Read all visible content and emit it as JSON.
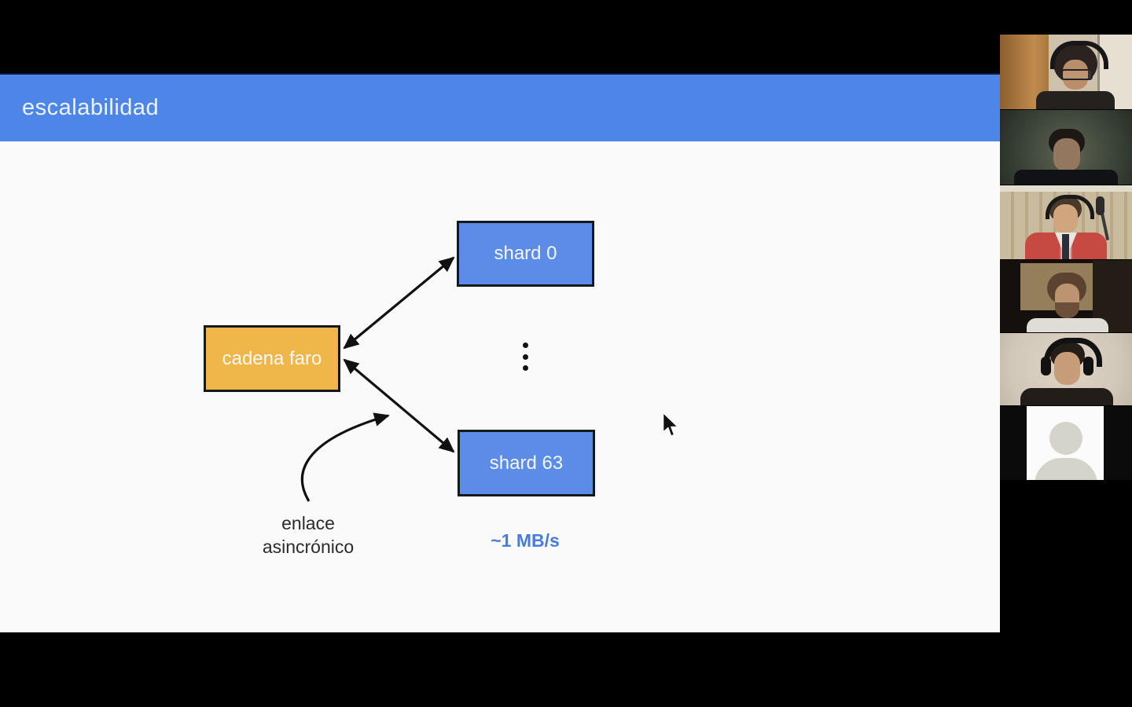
{
  "window": {
    "background": "#000000",
    "kind": "video-call screen share"
  },
  "slide": {
    "title": "escalabilidad",
    "colors": {
      "header_bg": "#4e86e8",
      "header_text": "#eef3fd",
      "body_bg": "#fafafa",
      "arrow": "#111111",
      "node_border": "#15181c",
      "node_text": "#f5f7fa"
    },
    "nodes": [
      {
        "id": "beacon",
        "label": "cadena faro",
        "fill": "#efb64a"
      },
      {
        "id": "shard-top",
        "label": "shard 0",
        "fill": "#5b8ce8"
      },
      {
        "id": "shard-bottom",
        "label": "shard 63",
        "fill": "#5b8ce8"
      }
    ],
    "edges": [
      {
        "from": "cadena faro",
        "to": "shard 0",
        "type": "double-headed-arrow"
      },
      {
        "from": "cadena faro",
        "to": "shard 63",
        "type": "double-headed-arrow"
      },
      {
        "from": "enlace asincrónico label",
        "to": "cadena faro ↔ shard 63 link",
        "type": "curved-annotation-arrow"
      }
    ],
    "labels": {
      "async_link": "enlace\nasincrónico",
      "async_link_color": "#2b2b2b",
      "bandwidth": "~1 MB/s",
      "bandwidth_color": "#4a7ce0"
    },
    "ellipsis_between_shards": "⋮"
  },
  "cursor": {
    "glyph": "arrow-pointer"
  },
  "video_strip": {
    "tile_count": 6,
    "participants": [
      {
        "id": "p1",
        "desc": "man with headphones and glasses, wooden wardrobe room",
        "colors": {
          "wall": "#cfc2ac",
          "shirt": "#24211f"
        }
      },
      {
        "id": "p2",
        "desc": "man in dimly lit gray-green room",
        "colors": {
          "bg": "#3d4539",
          "shirt": "#101216"
        }
      },
      {
        "id": "p3",
        "desc": "smiling man with headset, red jacket, patterned wallpaper",
        "colors": {
          "bg": "#c9bb9d",
          "jacket": "#c64a41"
        }
      },
      {
        "id": "p4",
        "desc": "bearded man in light shirt, dark room with lit panel",
        "colors": {
          "bg": "#15100d",
          "shirt": "#e0ddd7"
        }
      },
      {
        "id": "p5",
        "desc": "man with large headphones against cream wall",
        "colors": {
          "bg": "#d5cbbc",
          "shirt": "#221d19"
        }
      },
      {
        "id": "p6",
        "desc": "camera off – default avatar placeholder",
        "colors": {
          "bg": "#0b0b0b",
          "card": "#fbfbfb",
          "silhouette": "#d4d4cb"
        }
      }
    ]
  }
}
